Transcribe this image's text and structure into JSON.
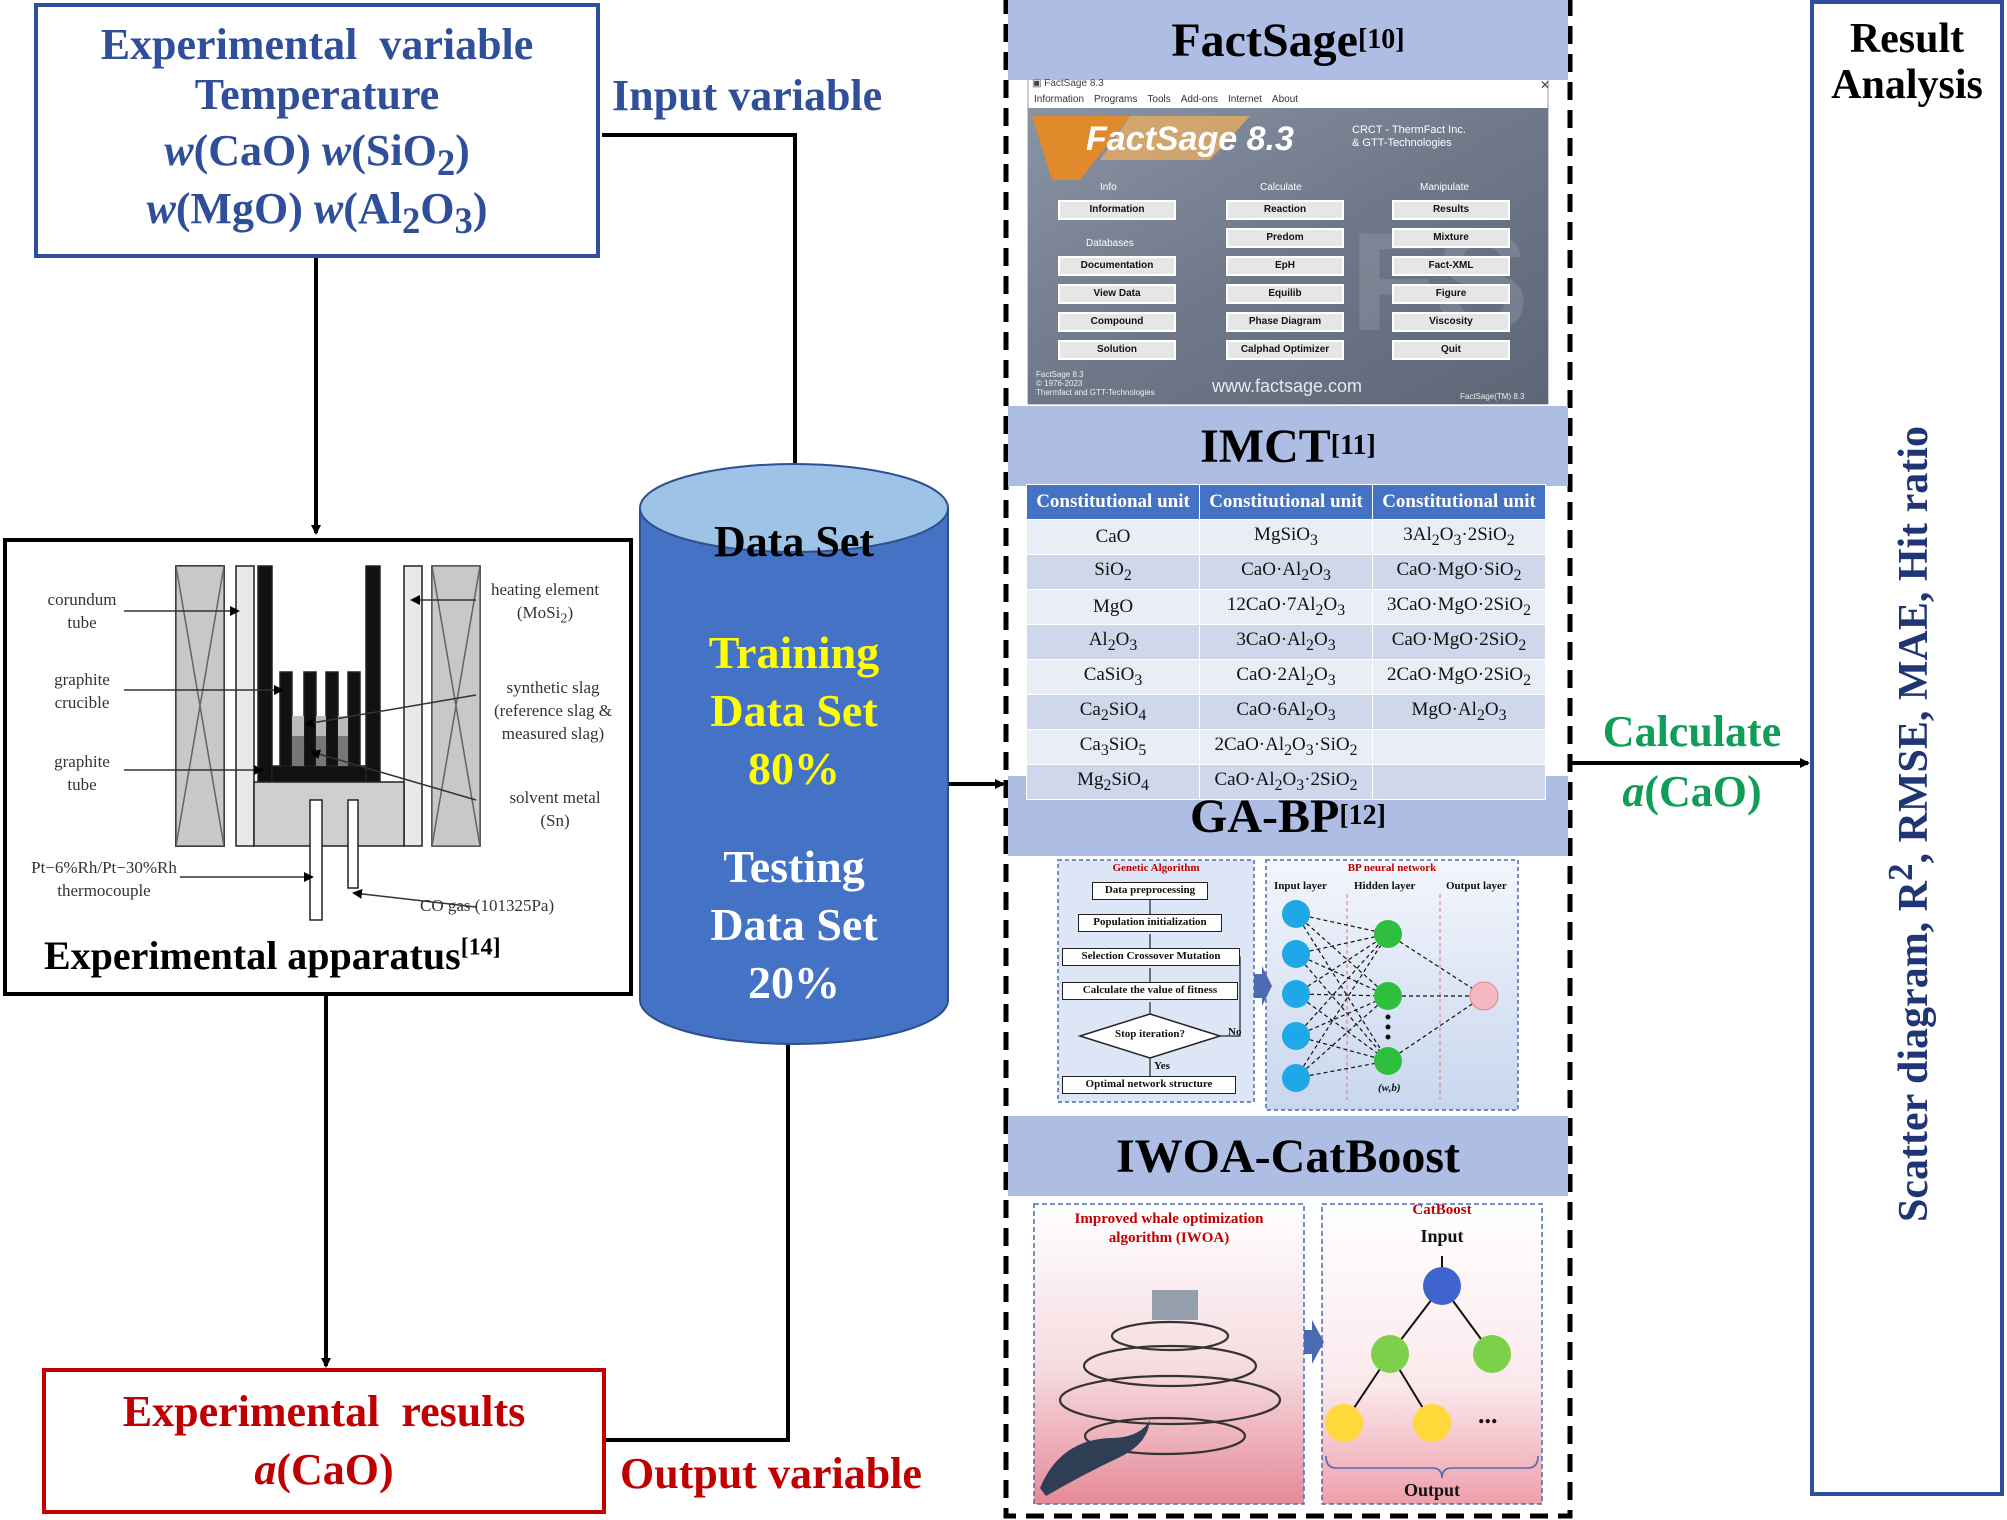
{
  "input_box": {
    "line1": "Experimental  variable",
    "line2": "Temperature",
    "line3_html": "<i>w</i>(CaO) <i>w</i>(SiO<sub>2</sub>)",
    "line4_html": "<i>w</i>(MgO) <i>w</i>(Al<sub>2</sub>O<sub>3</sub>)"
  },
  "input_variable_label": "Input variable",
  "output_variable_label": "Output variable",
  "apparatus": {
    "caption": "Experimental apparatus",
    "caption_ref": "[14]",
    "labels": {
      "corundum": "corundum\ntube",
      "crucible": "graphite\ncrucible",
      "tube": "graphite\ntube",
      "thermocouple": "Pt−6%Rh/Pt−30%Rh\nthermocouple",
      "heating_html": "heating element<br>(MoSi<sub>2</sub>)",
      "slag": "synthetic slag\n(reference slag &\nmeasured slag)",
      "solvent": "solvent metal\n(Sn)",
      "co_gas": "CO gas (101325Pa)"
    }
  },
  "results_box": {
    "line1": "Experimental  results",
    "line2_html": "<i>a</i>(CaO)"
  },
  "dataset": {
    "title": "Data Set",
    "training": [
      "Training",
      "Data Set",
      "80%"
    ],
    "testing": [
      "Testing",
      "Data Set",
      "20%"
    ]
  },
  "bands": {
    "factsage": {
      "name": "FactSage",
      "ref": "[10]"
    },
    "imct": {
      "name": "IMCT",
      "ref": "[11]"
    },
    "gabp": {
      "name": "GA-BP",
      "ref": "[12]"
    },
    "iwoa": {
      "name": "IWOA-CatBoost",
      "ref": ""
    }
  },
  "factsage_window": {
    "title": "FactSage 8.3",
    "menu": [
      "Information",
      "Programs",
      "Tools",
      "Add-ons",
      "Internet",
      "About"
    ],
    "logo_text": "FactSage 8.3",
    "company": [
      "CRCT - ThermFact Inc.",
      "& GTT-Technologies"
    ],
    "groups": [
      "Info",
      "Calculate",
      "Manipulate",
      "Databases"
    ],
    "col1": [
      "Information",
      "Documentation",
      "View Data",
      "Compound",
      "Solution"
    ],
    "col2": [
      "Reaction",
      "Predom",
      "EpH",
      "Equilib",
      "Phase Diagram",
      "Calphad Optimizer"
    ],
    "col3": [
      "Results",
      "Mixture",
      "Fact-XML",
      "Figure",
      "Viscosity",
      "Quit"
    ],
    "website": "www.factsage.com",
    "footer_left": [
      "FactSage 8.3",
      "© 1976-2023",
      "Thermfact and GTT-Technologies"
    ],
    "footer_right": "FactSage(TM) 8.3"
  },
  "imct_table": {
    "headers": [
      "Constitutional unit",
      "Constitutional unit",
      "Constitutional unit"
    ],
    "rows_html": [
      [
        "CaO",
        "MgSiO<sub>3</sub>",
        "3Al<sub>2</sub>O<sub>3</sub>·2SiO<sub>2</sub>"
      ],
      [
        "SiO<sub>2</sub>",
        "CaO·Al<sub>2</sub>O<sub>3</sub>",
        "CaO·MgO·SiO<sub>2</sub>"
      ],
      [
        "MgO",
        "12CaO·7Al<sub>2</sub>O<sub>3</sub>",
        "3CaO·MgO·2SiO<sub>2</sub>"
      ],
      [
        "Al<sub>2</sub>O<sub>3</sub>",
        "3CaO·Al<sub>2</sub>O<sub>3</sub>",
        "CaO·MgO·2SiO<sub>2</sub>"
      ],
      [
        "CaSiO<sub>3</sub>",
        "CaO·2Al<sub>2</sub>O<sub>3</sub>",
        "2CaO·MgO·2SiO<sub>2</sub>"
      ],
      [
        "Ca<sub>2</sub>SiO<sub>4</sub>",
        "CaO·6Al<sub>2</sub>O<sub>3</sub>",
        "MgO·Al<sub>2</sub>O<sub>3</sub>"
      ],
      [
        "Ca<sub>3</sub>SiO<sub>5</sub>",
        "2CaO·Al<sub>2</sub>O<sub>3</sub>·SiO<sub>2</sub>",
        ""
      ],
      [
        "Mg<sub>2</sub>SiO<sub>4</sub>",
        "CaO·Al<sub>2</sub>O<sub>3</sub>·2SiO<sub>2</sub>",
        ""
      ]
    ]
  },
  "gabp": {
    "ga_title": "Genetic Algorithm",
    "ga_steps": [
      "Data preprocessing",
      "Population initialization",
      "Selection Crossover Mutation",
      "Calculate the value of fitness",
      "Stop iteration?",
      "Optimal network structure"
    ],
    "no_label": "No",
    "yes_label": "Yes",
    "bp_title": "BP neural network",
    "layers": [
      "Input layer",
      "Hidden layer",
      "Output layer"
    ],
    "wb_label": "(w,b)"
  },
  "iwoa": {
    "iwoa_title": [
      "Improved whale optimization",
      "algorithm (IWOA)"
    ],
    "cat_title": "CatBoost",
    "cat_input": "Input",
    "cat_output": "Output",
    "ellipsis": "..."
  },
  "calculate": {
    "line1": "Calculate",
    "line2_html": "<i>a</i>(CaO)"
  },
  "result_analysis": {
    "title": [
      "Result",
      "Analysis"
    ],
    "metrics_html": "Scatter diagram, R<sup>2</sup>, RMSE, MAE, Hit ratio"
  }
}
